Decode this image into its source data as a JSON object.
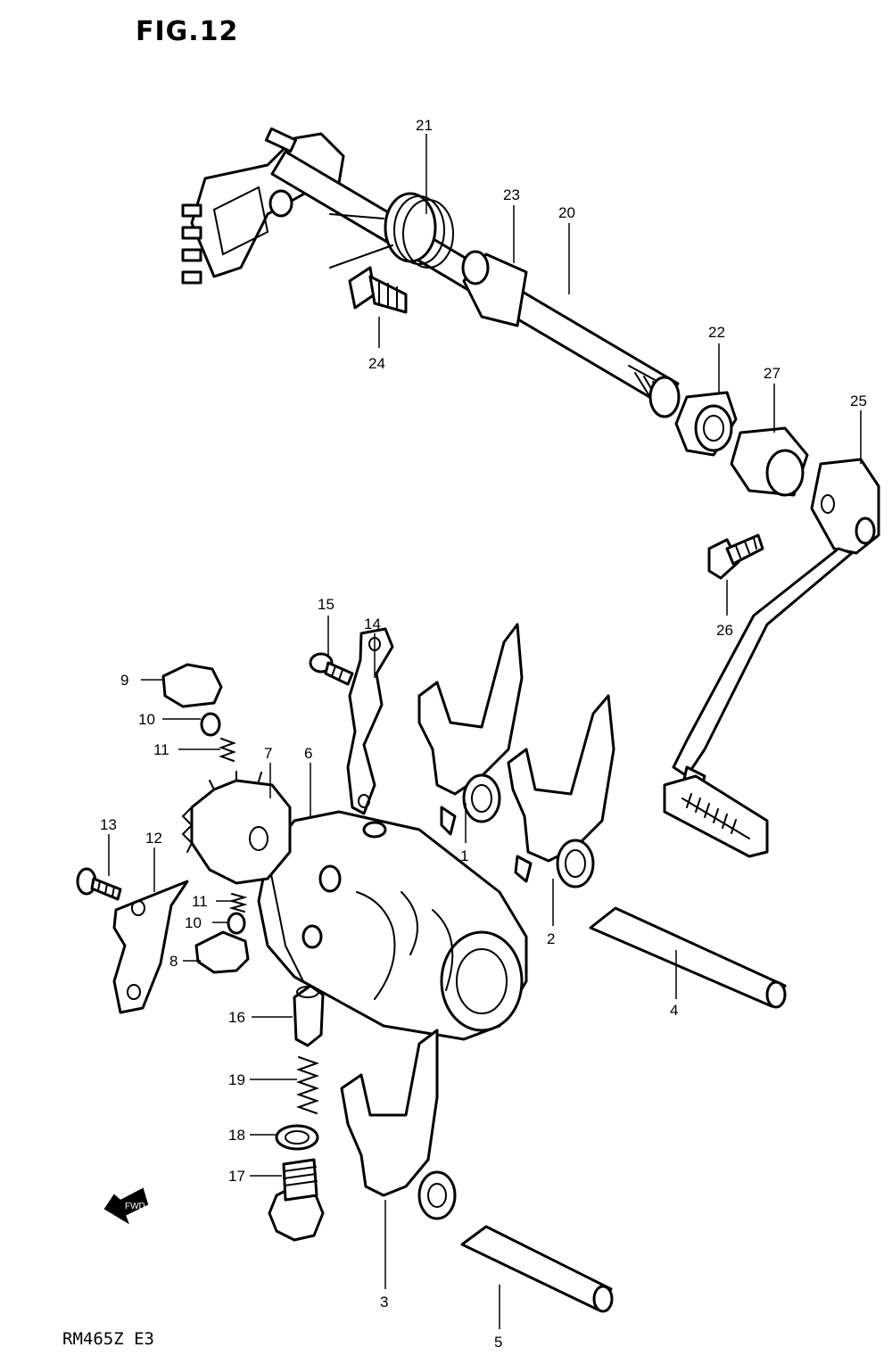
{
  "figure": {
    "title": "FIG.12",
    "model_code": "RM465Z E3"
  },
  "labels": {
    "p1": "1",
    "p2": "2",
    "p3": "3",
    "p4": "4",
    "p5": "5",
    "p6": "6",
    "p7": "7",
    "p8": "8",
    "p9": "9",
    "p10a": "10",
    "p10b": "10",
    "p11a": "11",
    "p11b": "11",
    "p12": "12",
    "p13": "13",
    "p14": "14",
    "p15": "15",
    "p16": "16",
    "p17": "17",
    "p18": "18",
    "p19": "19",
    "p20": "20",
    "p21": "21",
    "p22": "22",
    "p23": "23",
    "p24": "24",
    "p25": "25",
    "p26": "26",
    "p27": "27"
  },
  "direction_icon": "fwd-arrow-icon"
}
